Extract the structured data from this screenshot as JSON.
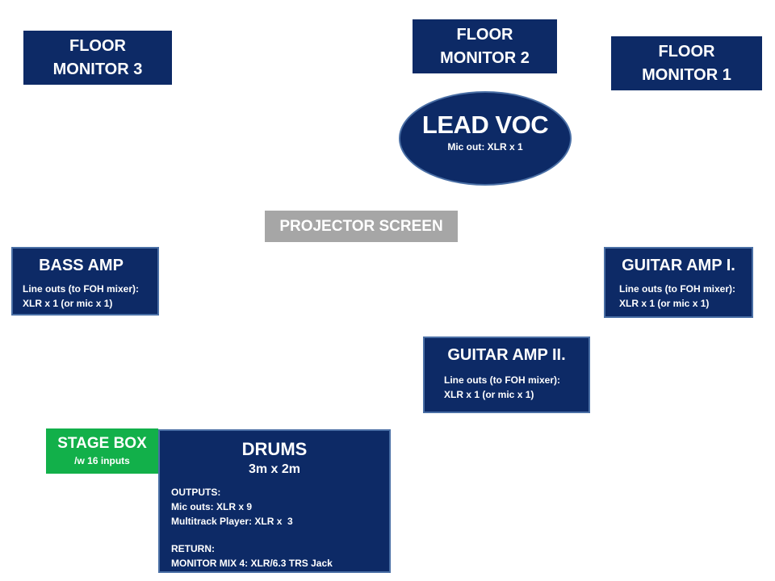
{
  "floor_monitor_3": "FLOOR\nMONITOR 3",
  "floor_monitor_2": "FLOOR\nMONITOR 2",
  "floor_monitor_1": "FLOOR\nMONITOR 1",
  "lead_voc": {
    "title": "LEAD VOC",
    "sub": "Mic out: XLR x 1"
  },
  "projector_screen": "PROJECTOR SCREEN",
  "bass_amp": {
    "title": "BASS AMP",
    "line1": "Line outs (to FOH mixer):",
    "line2": "XLR x 1 (or mic x 1)"
  },
  "guitar_amp_1": {
    "title": "GUITAR AMP I.",
    "line1": "Line outs (to FOH mixer):",
    "line2": "XLR x 1 (or mic x 1)"
  },
  "guitar_amp_2": {
    "title": "GUITAR AMP II.",
    "line1": "Line outs (to FOH mixer):",
    "line2": "XLR x 1 (or mic x 1)"
  },
  "stage_box": {
    "title": "STAGE BOX",
    "sub": "/w 16 inputs"
  },
  "drums": {
    "title": "DRUMS",
    "size": "3m x 2m",
    "outputs_label": "OUTPUTS:",
    "mic_outs": "Mic outs: XLR x 9",
    "multitrack": "Multitrack Player: XLR x  3",
    "return_label": "RETURN:",
    "monitor_mix": "MONITOR MIX 4: XLR/6.3 TRS Jack"
  },
  "colors": {
    "box_fill": "#0d2a66",
    "box_border": "#4a6fa5",
    "projector": "#a6a6a6",
    "stage_box": "#12b04a"
  }
}
